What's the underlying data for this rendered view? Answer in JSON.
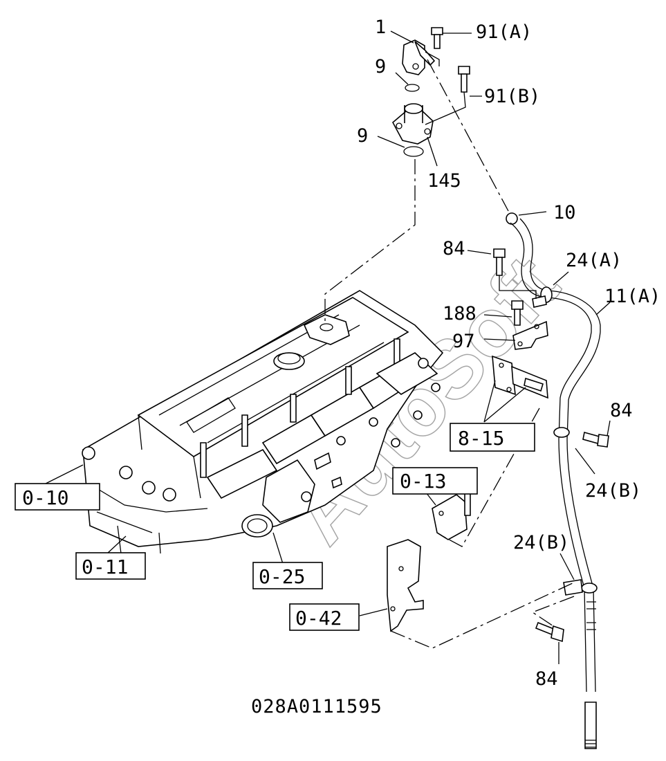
{
  "callouts": {
    "c1": "1",
    "c91a": "91(A)",
    "c9_top": "9",
    "c91b": "91(B)",
    "c9_mid": "9",
    "c145": "145",
    "c10": "10",
    "c84_top": "84",
    "c24a": "24(A)",
    "c11a": "11(A)",
    "c188": "188",
    "c97": "97",
    "c84_right": "84",
    "c24b_mid": "24(B)",
    "c24b_low": "24(B)",
    "c84_low": "84"
  },
  "references": {
    "r8_15": "8-15",
    "r0_13": "0-13",
    "r0_10": "0-10",
    "r0_11": "0-11",
    "r0_25": "0-25",
    "r0_42": "0-42"
  },
  "figure_code": "028A0111595",
  "watermark": "AutoSoft"
}
